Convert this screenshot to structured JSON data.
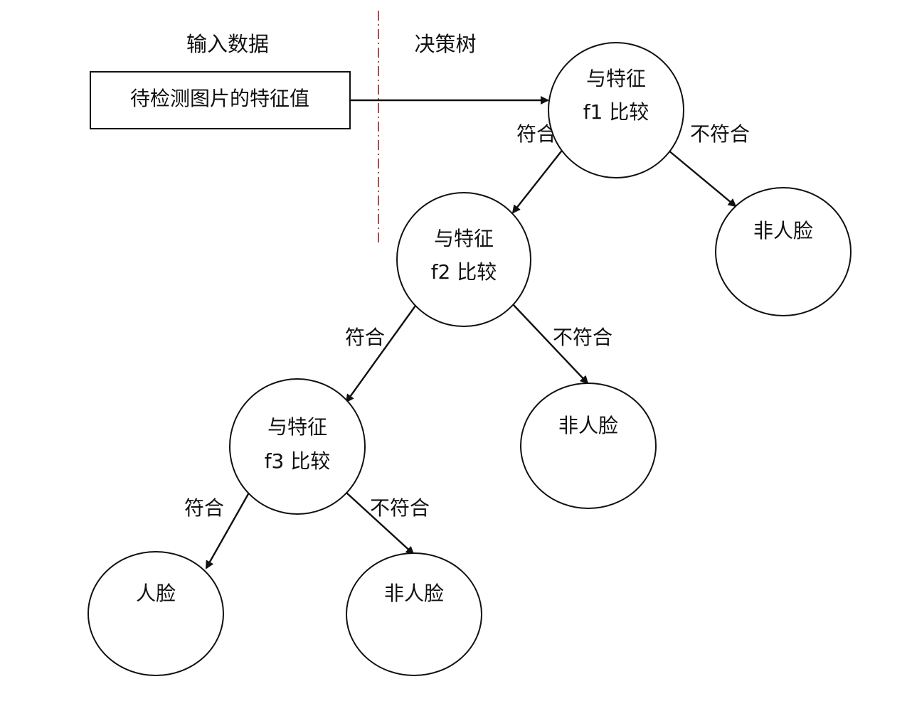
{
  "headers": {
    "input": "输入数据",
    "tree": "决策树"
  },
  "input_box": {
    "label": "待检测图片的特征值"
  },
  "nodes": {
    "f1": {
      "line1": "与特征",
      "line2": "f1 比较"
    },
    "f2": {
      "line1": "与特征",
      "line2": "f2 比较"
    },
    "f3": {
      "line1": "与特征",
      "line2": "f3 比较"
    },
    "leaf_nonface_1": {
      "label": "非人脸"
    },
    "leaf_nonface_2": {
      "label": "非人脸"
    },
    "leaf_face": {
      "label": "人脸"
    },
    "leaf_nonface_3": {
      "label": "非人脸"
    }
  },
  "edge_labels": {
    "f1_match": "符合",
    "f1_nomatch": "不符合",
    "f2_match": "符合",
    "f2_nomatch": "不符合",
    "f3_match": "符合",
    "f3_nomatch": "不符合"
  }
}
